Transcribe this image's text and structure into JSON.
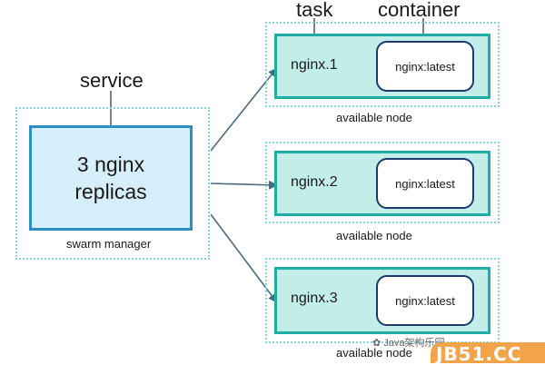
{
  "labels": {
    "task": "task",
    "container": "container",
    "service": "service",
    "manager_line1": "3 nginx",
    "manager_line2": "replicas",
    "swarm_manager": "swarm manager",
    "available_node": "available node"
  },
  "nodes": [
    {
      "task": "nginx.1",
      "container": "nginx:latest"
    },
    {
      "task": "nginx.2",
      "container": "nginx:latest"
    },
    {
      "task": "nginx.3",
      "container": "nginx:latest"
    }
  ],
  "watermark": {
    "text": "JB51.CC",
    "subtext": "✿ Java架构乐园"
  },
  "colors": {
    "manager_fill": "#d6eef9",
    "manager_border": "#2d8fc3",
    "task_fill": "#c2ede8",
    "task_border": "#1faea5",
    "container_border": "#1b3a6b",
    "dotted_border": "#8ccfd4",
    "arrow": "#4a6a80",
    "watermark_bg": "#f2a44a"
  }
}
